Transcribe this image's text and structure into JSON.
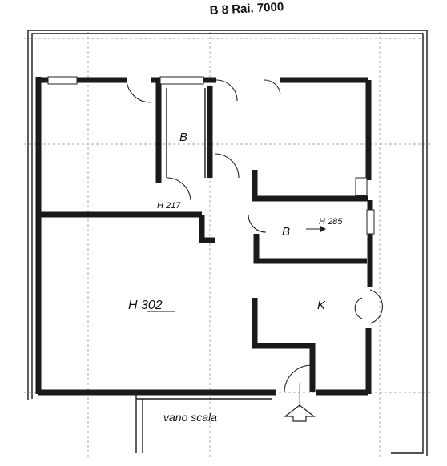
{
  "header_text": "B 8 Rai. 7000",
  "rooms": {
    "bath_upper": "B",
    "height_corridor": "H 217",
    "bath_lower": "B",
    "height_bath": "H 285",
    "main_room_height": "H 302",
    "kitchen": "K",
    "stairwell": "vano scala"
  }
}
